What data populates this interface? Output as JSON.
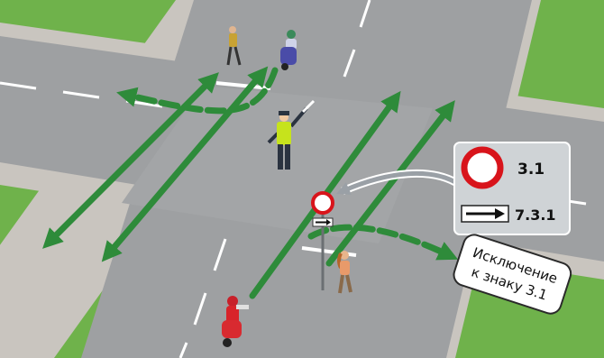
{
  "signs": {
    "main_code": "3.1",
    "plate_code": "7.3.1"
  },
  "callout": {
    "line1": "Исключение",
    "line2": "к знаку 3.1"
  },
  "colors": {
    "grass": "#6fb24b",
    "road": "#9ea0a2",
    "sidewalk": "#c9c5bf",
    "arrow": "#2e8b3a",
    "sign_red": "#d8141b",
    "panel": "#cfd3d6"
  },
  "icons": {
    "sign": "no-entry-sign",
    "plate": "direction-arrow-plate",
    "officer": "traffic-officer",
    "scooter": "scooter-rider",
    "pedestrian": "pedestrian"
  }
}
